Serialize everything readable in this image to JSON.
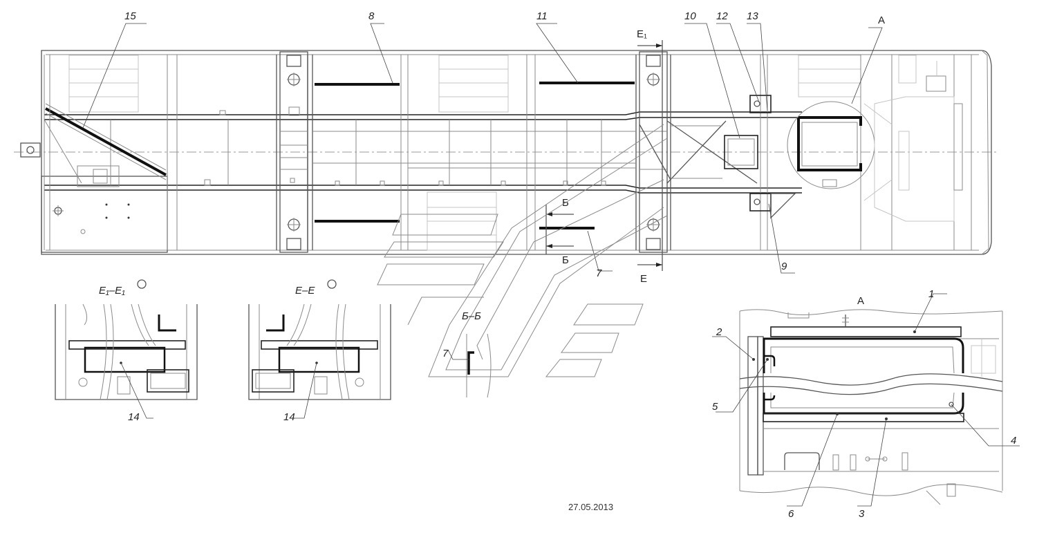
{
  "drawing": {
    "date": "27.05.2013",
    "main_plan_labels": [
      "15",
      "8",
      "11",
      "10",
      "12",
      "13",
      "A",
      "9",
      "7"
    ],
    "section_marks": {
      "e1_top": "E₁",
      "e_bottom": "E",
      "b_top": "Б",
      "b_bottom": "Б"
    },
    "section_e1": {
      "title": "E₁–E₁",
      "item": "14"
    },
    "section_e": {
      "title": "E–E",
      "item": "14"
    },
    "section_b": {
      "title": "Б–Б",
      "item": "7"
    },
    "detail_a": {
      "title": "A",
      "items": [
        "1",
        "2",
        "5",
        "4",
        "6",
        "3"
      ]
    }
  }
}
